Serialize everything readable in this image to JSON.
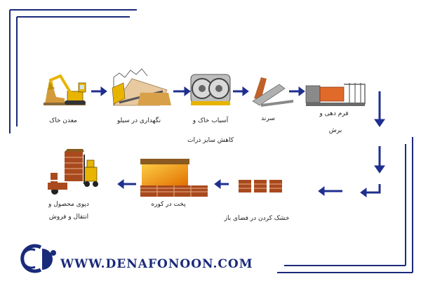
{
  "steps": [
    {
      "id": "mine",
      "label": "معدن خاک"
    },
    {
      "id": "storage",
      "label": "نگهداری در سیلو"
    },
    {
      "id": "grind",
      "label": "آسیاب خاک و",
      "label2": "کاهش سایز ذرات"
    },
    {
      "id": "mix",
      "label": "سرند"
    },
    {
      "id": "form",
      "label": "فرم دهی و",
      "label2": "برش"
    },
    {
      "id": "dry",
      "label": "خشک کردن در فضای باز"
    },
    {
      "id": "fire",
      "label": "پخت در کوره"
    },
    {
      "id": "stock",
      "label": "دپوی محصول و",
      "label2": "انتقال و فروش"
    }
  ],
  "brand": {
    "website": "WWW.DENAFONOON.COM",
    "logo": "denafonoon-logo"
  },
  "colors": {
    "arrow": "#1f2f8f",
    "frame": "#1a2a7a",
    "brick": "#a94a1e",
    "yellow": "#e8b400",
    "ground": "#d49a3a"
  }
}
